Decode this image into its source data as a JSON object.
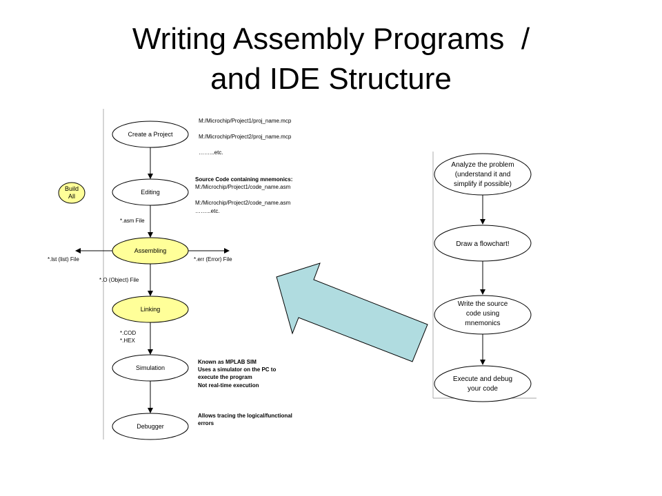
{
  "slide": {
    "title_line1": "Writing Assembly Programs  /",
    "title_line2": "and IDE Structure"
  },
  "ide_flow": {
    "build_all": [
      "Build",
      "All"
    ],
    "nodes": {
      "create_project": "Create a Project",
      "editing": "Editing",
      "assembling": "Assembling",
      "linking": "Linking",
      "simulation": "Simulation",
      "debugger": "Debugger"
    },
    "project_paths": [
      "M:/Microchip/Project1/proj_name.mcp",
      "M:/Microchip/Project2/proj_name.mcp",
      "……...etc."
    ],
    "source_code_heading": "Source Code containing mnemonics:",
    "source_code_paths": [
      "M:/Microchip/Project1/code_name.asm",
      "M:/Microchip/Project2/code_name.asm",
      "……...etc."
    ],
    "edge_labels": {
      "asm_file": "*.asm File",
      "lst_file": "*.lst (list) File",
      "err_file": "*.err (Error) File",
      "obj_file": "*.O (Object) File",
      "cod_file": "*.COD",
      "hex_file": "*.HEX"
    },
    "simulation_notes": [
      "Known as MPLAB SIM",
      "Uses a simulator on the PC to",
      "execute the program",
      "Not real-time execution"
    ],
    "debugger_notes": [
      "Allows tracing the logical/functional",
      "errors"
    ],
    "colors": {
      "highlight_fill": "#ffff99",
      "node_fill": "#ffffff",
      "big_arrow_fill": "#b0dce0"
    }
  },
  "program_flow": {
    "steps": [
      [
        "Analyze the problem",
        "(understand it and",
        "simplify if possible)"
      ],
      [
        "Draw a flowchart!"
      ],
      [
        "Write the source",
        "code using",
        "mnemonics"
      ],
      [
        "Execute and debug",
        "your code"
      ]
    ]
  }
}
